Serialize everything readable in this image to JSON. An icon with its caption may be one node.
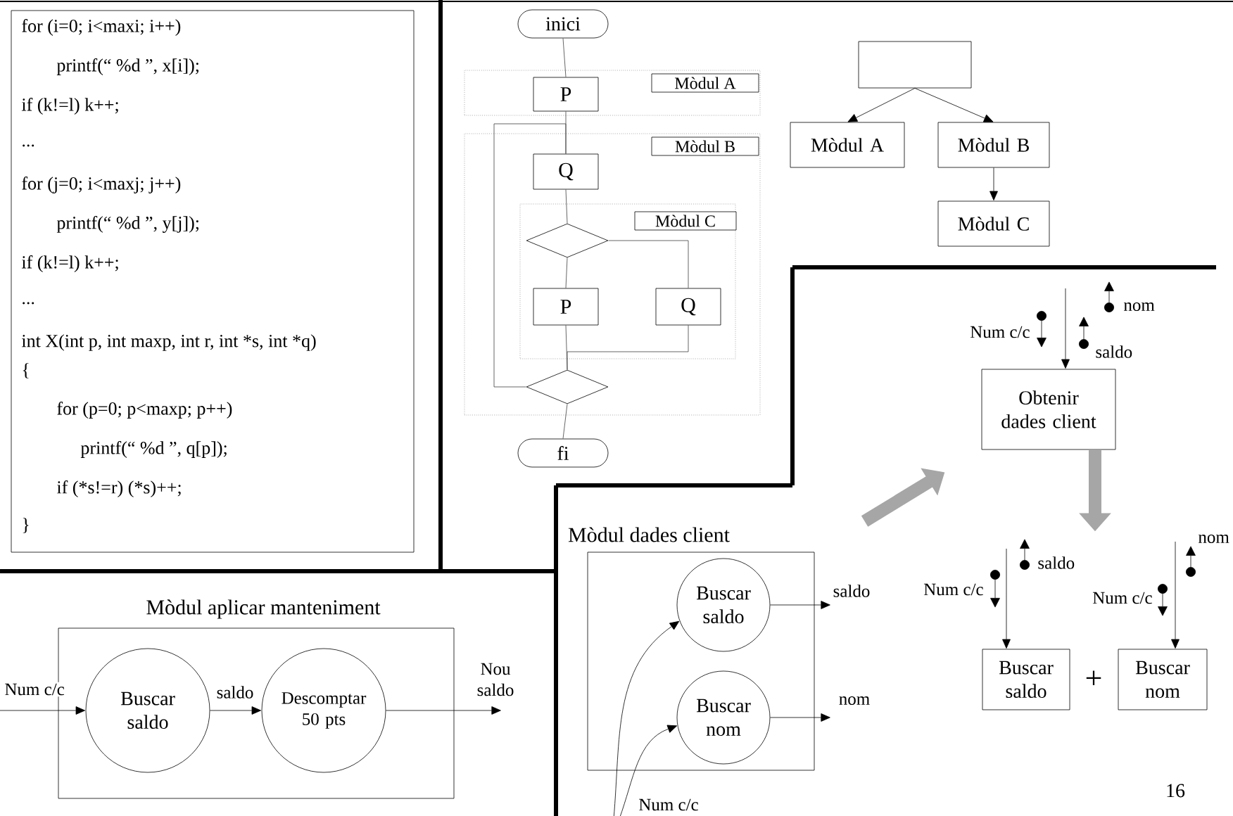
{
  "diagram": {
    "nodes": [
      {
        "text": [
          "for (i=0; i<maxi; i++)",
          "printf(“ %d ”, x[i]);",
          "if (k!=l) k++;",
          "...",
          "for (j=0; i<maxj; j++)",
          "printf(“ %d ”, y[j]);",
          "if (k!=l) k++;",
          "...",
          "int X(int p, int maxp, int r, int *s, int *q)",
          "{",
          "for (p=0; p<maxp; p++)",
          "printf(“ %d ”, q[p]);",
          "if (*s!=r) (*s)++;",
          "}"
        ]
      },
      {
        "text": [
          "inici"
        ]
      },
      {
        "text": [
          "Mòdul A"
        ]
      },
      {
        "text": [
          "P"
        ],
        "in": 2
      },
      {
        "text": [
          "Mòdul B"
        ]
      },
      {
        "text": [
          "Q"
        ],
        "in": 4
      },
      {
        "text": [
          "Mòdul C"
        ],
        "in": 4
      },
      {
        "text": [],
        "shape": "diamond",
        "in": 6
      },
      {
        "text": [
          "P"
        ],
        "in": 6
      },
      {
        "text": [
          "Q"
        ],
        "in": 6
      },
      {
        "text": [],
        "shape": "diamond",
        "in": 4
      },
      {
        "text": [
          "fi"
        ]
      },
      {
        "text": [],
        "shape": "box"
      },
      {
        "text": [
          "Mòdul A"
        ]
      },
      {
        "text": [
          "Mòdul B"
        ]
      },
      {
        "text": [
          "Mòdul C"
        ]
      },
      {
        "text": [
          "Obtenir dades client"
        ]
      },
      {
        "text": [
          "Buscar saldo"
        ]
      },
      {
        "text": [
          "Buscar nom"
        ]
      },
      {
        "text": [
          "Mòdul dades client"
        ]
      },
      {
        "text": [
          "Buscar saldo"
        ],
        "in": 19
      },
      {
        "text": [
          "Buscar nom"
        ],
        "in": 19
      },
      {
        "text": [
          "Mòdul aplicar manteniment"
        ]
      },
      {
        "text": [
          "Buscar saldo"
        ],
        "in": 22
      },
      {
        "text": [
          "Descomptar 50 pts"
        ],
        "in": 22
      }
    ],
    "edges": [
      {
        "from": 1,
        "to": 3,
        "arrow": "none"
      },
      {
        "from": 3,
        "to": 5,
        "arrow": "none"
      },
      {
        "from": 5,
        "to": 7,
        "arrow": "none"
      },
      {
        "from": 7,
        "to": 8,
        "arrow": "none"
      },
      {
        "from": 7,
        "to": 9,
        "arrow": "none"
      },
      {
        "from": 8,
        "to": 10,
        "arrow": "none"
      },
      {
        "from": 9,
        "to": 10,
        "arrow": "none"
      },
      {
        "from": 10,
        "to": 5,
        "arrow": "none"
      },
      {
        "from": 10,
        "to": 11,
        "arrow": "none"
      },
      {
        "from": 12,
        "to": 13,
        "arrow": "to"
      },
      {
        "from": 12,
        "to": 14,
        "arrow": "to"
      },
      {
        "from": 14,
        "to": 15,
        "arrow": "to"
      },
      {
        "from": null,
        "to": 16,
        "arrow": "to"
      },
      {
        "from": 19,
        "to": 16,
        "arrow": "to",
        "style": "thick",
        "color": "#a6a6a6"
      },
      {
        "from": 16,
        "to": null,
        "arrow": "to",
        "style": "thick",
        "color": "#a6a6a6"
      },
      {
        "from": null,
        "to": 17,
        "arrow": "to"
      },
      {
        "from": null,
        "to": 18,
        "arrow": "to"
      },
      {
        "from": null,
        "to": 20,
        "arrow": "to"
      },
      {
        "from": null,
        "to": 21,
        "arrow": "to"
      },
      {
        "from": 20,
        "to": null,
        "arrow": "to",
        "label": "saldo"
      },
      {
        "from": 21,
        "to": null,
        "arrow": "to",
        "label": "nom"
      },
      {
        "from": null,
        "to": 23,
        "arrow": "to",
        "label": "Num c/c"
      },
      {
        "from": 23,
        "to": 24,
        "arrow": "to",
        "label": "saldo"
      },
      {
        "from": 24,
        "to": null,
        "arrow": "to",
        "label": "Nou saldo"
      }
    ],
    "labels": [
      "nom",
      "Num c/c",
      "saldo",
      "saldo",
      "Num c/c",
      "nom",
      "Num c/c",
      "+",
      "Num c/c",
      "16"
    ]
  }
}
